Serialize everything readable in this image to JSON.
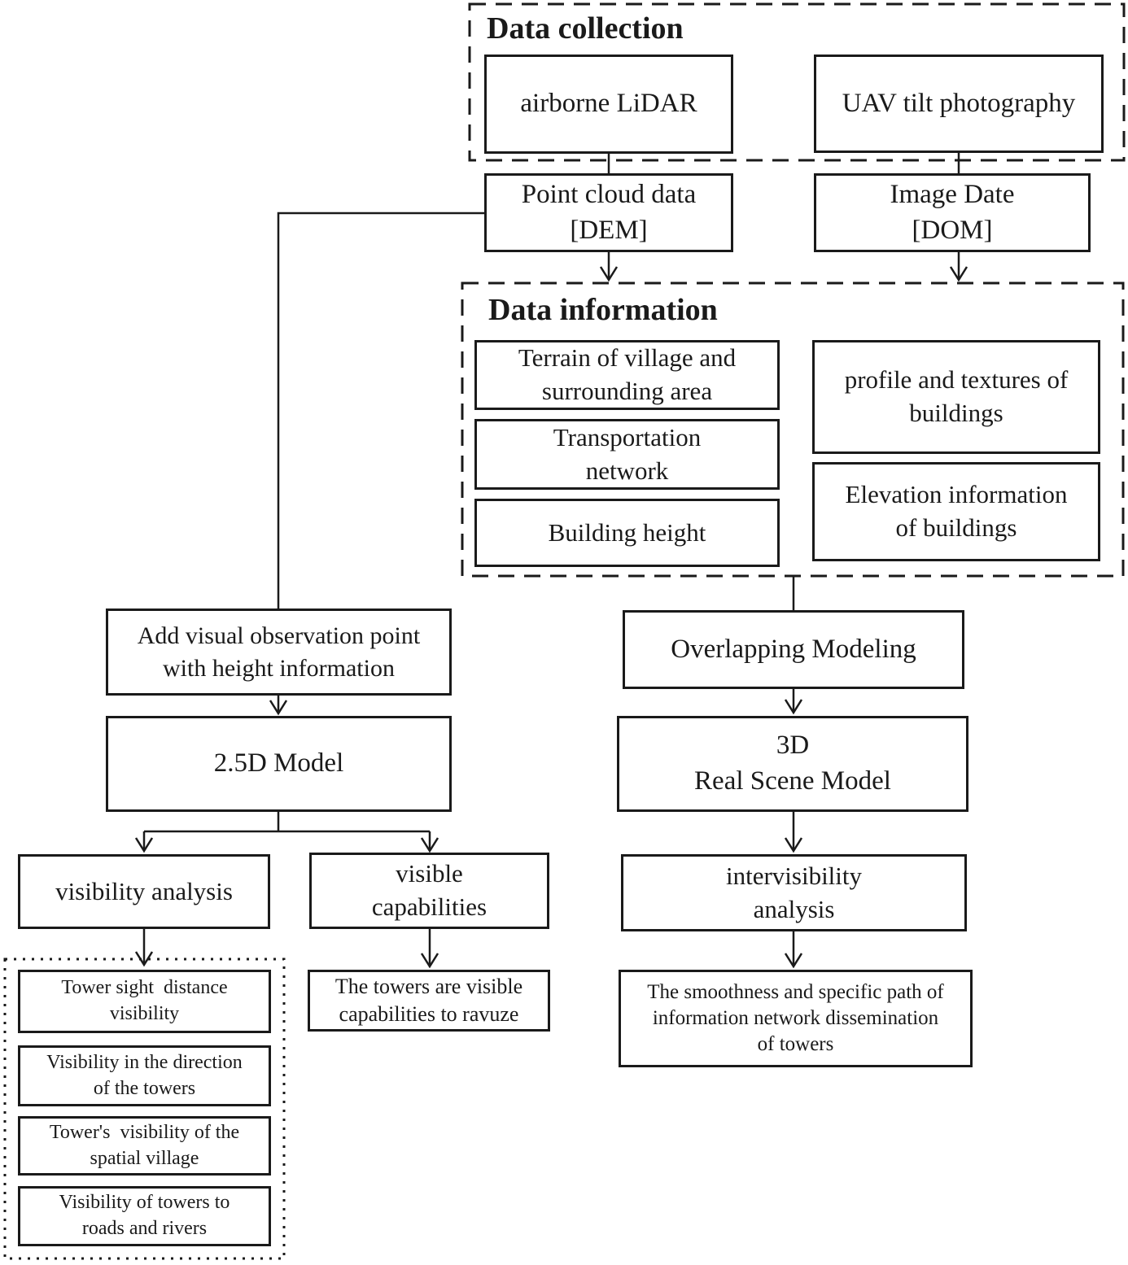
{
  "diagram": {
    "colors": {
      "ink": "#1a1a1a",
      "background": "#ffffff"
    },
    "title_groups": {
      "data_collection": {
        "title": "Data collection"
      },
      "data_information": {
        "title": "Data information"
      }
    },
    "nodes": {
      "airborne_lidar": {
        "label": "airborne LiDAR"
      },
      "uav_tilt": {
        "label": "UAV tilt photography"
      },
      "point_cloud": {
        "label": "Point cloud data\n[DEM]"
      },
      "image_date": {
        "label": "Image Date\n[DOM]"
      },
      "terrain": {
        "label": "Terrain of village and\nsurrounding area"
      },
      "transportation": {
        "label": "Transportation\nnetwork"
      },
      "building_height": {
        "label": "Building height"
      },
      "profile_textures": {
        "label": "profile and textures of\nbuildings"
      },
      "elevation_info": {
        "label": "Elevation information\nof buildings"
      },
      "add_visual": {
        "label": "Add visual observation point\nwith height information"
      },
      "model_25d": {
        "label": "2.5D Model"
      },
      "visibility_analysis": {
        "label": "visibility analysis"
      },
      "visible_capabilities": {
        "label": "visible\ncapabilities"
      },
      "tower_sight": {
        "label": "Tower sight  distance\nvisibility"
      },
      "visibility_direction": {
        "label": "Visibility in the direction\nof the towers"
      },
      "towers_spatial": {
        "label": "Tower's  visibility of the\nspatial village"
      },
      "towers_roads": {
        "label": "Visibility of towers to\nroads and rivers"
      },
      "towers_ravuze": {
        "label": "The towers are visible\ncapabilities to ravuze"
      },
      "overlapping": {
        "label": "Overlapping Modeling"
      },
      "real_scene_3d": {
        "label": "3D\nReal Scene Model"
      },
      "intervisibility": {
        "label": "intervisibility\nanalysis"
      },
      "smoothness": {
        "label": "The smoothness and specific path of\ninformation network dissemination\nof towers"
      }
    }
  }
}
